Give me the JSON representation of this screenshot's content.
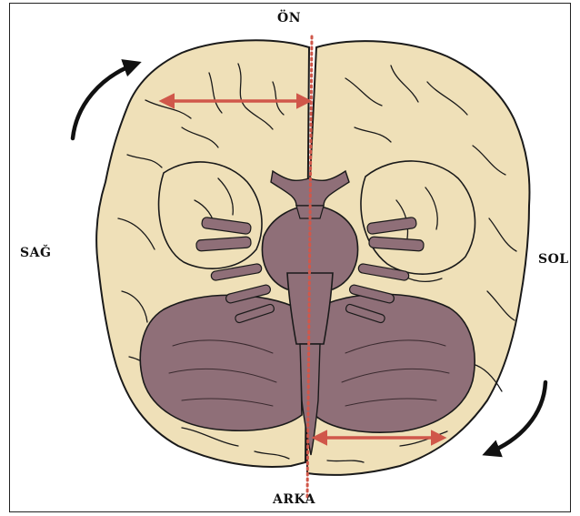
{
  "labels": {
    "anterior": "ÖN",
    "posterior": "ARKA",
    "right": "SAĞ",
    "left": "SOL"
  },
  "colors": {
    "brain_tissue": "#efe0b8",
    "brainstem_cerebellum": "#8f6f78",
    "outline": "#1a1a1a",
    "measurement": "#d0574a",
    "rotation_arrow": "#111111"
  }
}
